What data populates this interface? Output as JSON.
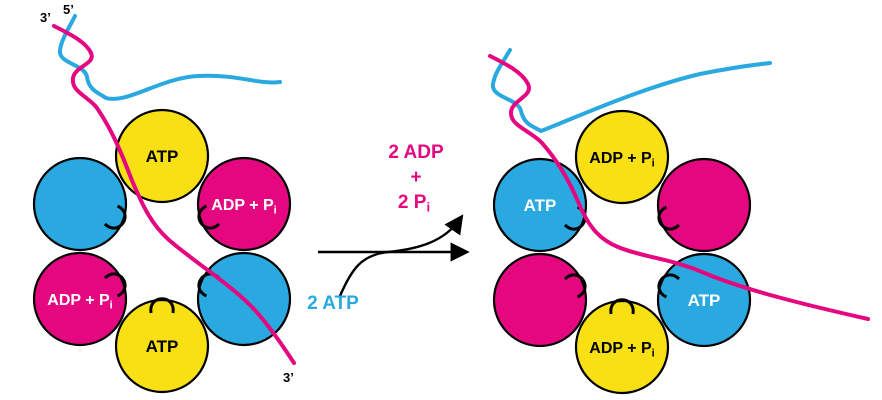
{
  "colors": {
    "yellow": "#F8E014",
    "magenta": "#E5077F",
    "blue": "#29A9E0",
    "outline": "#000000"
  },
  "dna": {
    "top_left_3prime": "3’",
    "top_left_5prime": "5’",
    "bottom_right_3prime": "3’"
  },
  "left_complex": {
    "subunits": [
      {
        "position": "top",
        "color": "yellow",
        "label": "ATP",
        "label_sub": ""
      },
      {
        "position": "upper-right",
        "color": "magenta",
        "label": "ADP + P",
        "label_sub": "i"
      },
      {
        "position": "lower-right",
        "color": "blue",
        "label": "",
        "label_sub": ""
      },
      {
        "position": "bottom",
        "color": "yellow",
        "label": "ATP",
        "label_sub": ""
      },
      {
        "position": "lower-left",
        "color": "magenta",
        "label": "ADP + P",
        "label_sub": "i"
      },
      {
        "position": "upper-left",
        "color": "blue",
        "label": "",
        "label_sub": ""
      }
    ]
  },
  "right_complex": {
    "subunits": [
      {
        "position": "top",
        "color": "yellow",
        "label": "ADP + P",
        "label_sub": "i"
      },
      {
        "position": "upper-right",
        "color": "magenta",
        "label": "",
        "label_sub": ""
      },
      {
        "position": "lower-right",
        "color": "blue",
        "label": "ATP",
        "label_sub": ""
      },
      {
        "position": "bottom",
        "color": "yellow",
        "label": "ADP + P",
        "label_sub": "i"
      },
      {
        "position": "lower-left",
        "color": "magenta",
        "label": "",
        "label_sub": ""
      },
      {
        "position": "upper-left",
        "color": "blue",
        "label": "ATP",
        "label_sub": ""
      }
    ]
  },
  "reaction": {
    "product_line1": "2 ADP",
    "product_line2": "+",
    "product_line3": "2 P",
    "product_line3_sub": "i",
    "substrate": "2 ATP"
  }
}
